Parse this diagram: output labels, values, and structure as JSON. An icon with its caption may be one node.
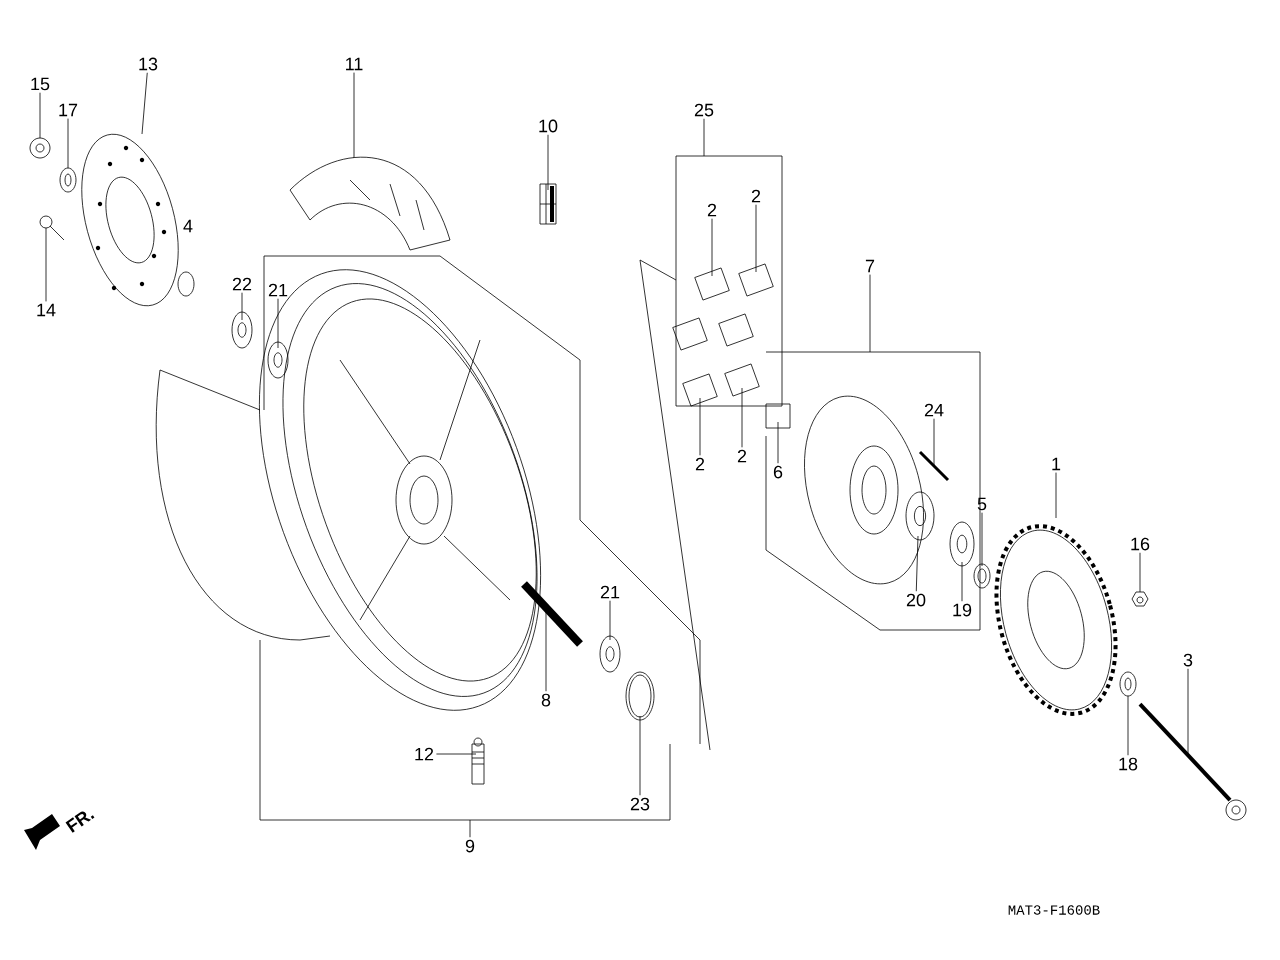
{
  "diagram": {
    "nodes": [
      {
        "text": [
          "15"
        ]
      },
      {
        "text": [
          "17"
        ]
      },
      {
        "text": [
          "13"
        ]
      },
      {
        "text": [
          "11"
        ]
      },
      {
        "text": [
          "10"
        ]
      },
      {
        "text": [
          "14"
        ]
      },
      {
        "text": [
          "22"
        ]
      },
      {
        "text": [
          "21"
        ]
      },
      {
        "text": [
          "25"
        ]
      },
      {
        "text": [
          "2"
        ]
      },
      {
        "text": [
          "2"
        ]
      },
      {
        "text": [
          "2"
        ]
      },
      {
        "text": [
          "2"
        ]
      },
      {
        "text": [
          "7"
        ]
      },
      {
        "text": [
          "6"
        ]
      },
      {
        "text": [
          "24"
        ]
      },
      {
        "text": [
          "1"
        ]
      },
      {
        "text": [
          "5"
        ]
      },
      {
        "text": [
          "16"
        ]
      },
      {
        "text": [
          "3"
        ]
      },
      {
        "text": [
          "20"
        ]
      },
      {
        "text": [
          "19"
        ]
      },
      {
        "text": [
          "18"
        ]
      },
      {
        "text": [
          "21"
        ]
      },
      {
        "text": [
          "8"
        ]
      },
      {
        "text": [
          "12"
        ]
      },
      {
        "text": [
          "23"
        ]
      },
      {
        "text": [
          "9"
        ]
      },
      {
        "text": [],
        "shape": "picture"
      },
      {
        "text": [],
        "shape": "picture"
      },
      {
        "text": [],
        "shape": "picture"
      },
      {
        "text": [],
        "shape": "picture"
      },
      {
        "text": [],
        "shape": "picture"
      },
      {
        "text": [],
        "shape": "picture"
      },
      {
        "text": [],
        "shape": "picture"
      },
      {
        "text": [],
        "shape": "picture"
      },
      {
        "text": [],
        "shape": "picture"
      },
      {
        "text": [],
        "shape": "picture"
      },
      {
        "text": [],
        "shape": "picture"
      },
      {
        "text": [],
        "shape": "picture"
      },
      {
        "text": [],
        "shape": "picture"
      },
      {
        "text": [],
        "shape": "picture"
      },
      {
        "text": [],
        "shape": "picture"
      },
      {
        "text": [],
        "shape": "picture"
      },
      {
        "text": [],
        "shape": "picture"
      },
      {
        "text": [],
        "shape": "picture"
      },
      {
        "text": [],
        "shape": "picture"
      },
      {
        "text": [],
        "shape": "picture"
      },
      {
        "text": [],
        "shape": "picture"
      },
      {
        "text": [],
        "shape": "picture"
      },
      {
        "text": [],
        "shape": "picture"
      },
      {
        "text": [],
        "shape": "picture"
      },
      {
        "text": [],
        "shape": "picture"
      }
    ],
    "edges": [
      {
        "from": 0,
        "to": 28,
        "arrow": "none"
      },
      {
        "from": 1,
        "to": 29,
        "arrow": "none"
      },
      {
        "from": 2,
        "to": 30,
        "arrow": "none"
      },
      {
        "from": 3,
        "to": 31,
        "arrow": "none"
      },
      {
        "from": 4,
        "to": 32,
        "arrow": "none"
      },
      {
        "from": 5,
        "to": 33,
        "arrow": "none"
      },
      {
        "from": 6,
        "to": 34,
        "arrow": "none"
      },
      {
        "from": 7,
        "to": 35,
        "arrow": "none"
      },
      {
        "from": 8,
        "to": null,
        "arrow": "none"
      },
      {
        "from": 9,
        "to": 36,
        "arrow": "none"
      },
      {
        "from": 10,
        "to": 37,
        "arrow": "none"
      },
      {
        "from": 11,
        "to": 38,
        "arrow": "none"
      },
      {
        "from": 12,
        "to": 39,
        "arrow": "none"
      },
      {
        "from": 13,
        "to": null,
        "arrow": "none"
      },
      {
        "from": 14,
        "to": 40,
        "arrow": "none"
      },
      {
        "from": 15,
        "to": 41,
        "arrow": "none"
      },
      {
        "from": 16,
        "to": 42,
        "arrow": "none"
      },
      {
        "from": 17,
        "to": 43,
        "arrow": "none"
      },
      {
        "from": 18,
        "to": 44,
        "arrow": "none"
      },
      {
        "from": 19,
        "to": 45,
        "arrow": "none"
      },
      {
        "from": 20,
        "to": 46,
        "arrow": "none"
      },
      {
        "from": 21,
        "to": 47,
        "arrow": "none"
      },
      {
        "from": 22,
        "to": 48,
        "arrow": "none"
      },
      {
        "from": 23,
        "to": 49,
        "arrow": "none"
      },
      {
        "from": 24,
        "to": 50,
        "arrow": "none"
      },
      {
        "from": 25,
        "to": 51,
        "arrow": "none"
      },
      {
        "from": 26,
        "to": 52,
        "arrow": "none"
      },
      {
        "from": 27,
        "to": null,
        "arrow": "none"
      }
    ],
    "labels": [
      "4",
      "FR.",
      "MAT3-F1600B"
    ]
  }
}
